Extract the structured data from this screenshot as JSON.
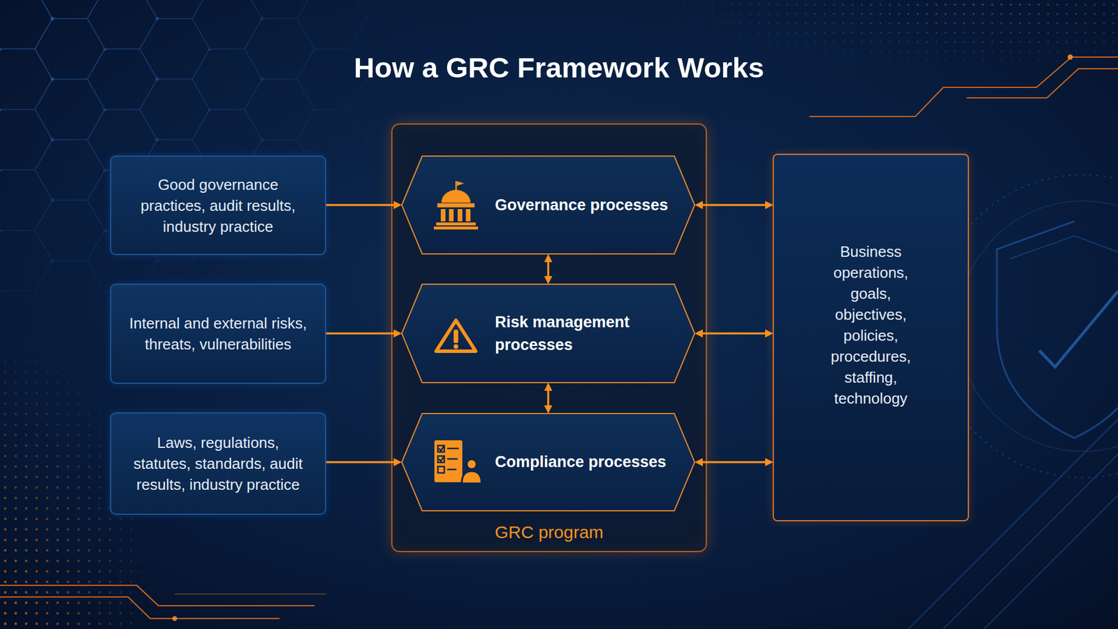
{
  "diagram": {
    "title": "How a GRC Framework Works",
    "nodes": [
      {
        "text": [
          "Good governance practices, audit results, industry practice"
        ]
      },
      {
        "text": [
          "Internal and external risks, threats, vulnerabilities"
        ]
      },
      {
        "text": [
          "Laws, regulations, statutes, standards, audit results, industry practice"
        ]
      },
      {
        "text": [
          "GRC program"
        ]
      },
      {
        "text": [
          "Governance processes"
        ],
        "in": 3
      },
      {
        "text": [
          "Risk management processes"
        ],
        "in": 3
      },
      {
        "text": [
          "Compliance processes"
        ],
        "in": 3
      },
      {
        "text": [
          "Business operations, goals, objectives, policies, procedures, staffing, technology"
        ]
      }
    ],
    "edges": [
      {
        "from": 0,
        "to": 4,
        "arrow": "to"
      },
      {
        "from": 1,
        "to": 5,
        "arrow": "to"
      },
      {
        "from": 2,
        "to": 6,
        "arrow": "to"
      },
      {
        "from": 4,
        "to": 5,
        "arrow": "both"
      },
      {
        "from": 5,
        "to": 6,
        "arrow": "both"
      },
      {
        "from": 4,
        "to": 7,
        "arrow": "both"
      },
      {
        "from": 5,
        "to": 7,
        "arrow": "both"
      },
      {
        "from": 6,
        "to": 7,
        "arrow": "both"
      }
    ]
  }
}
